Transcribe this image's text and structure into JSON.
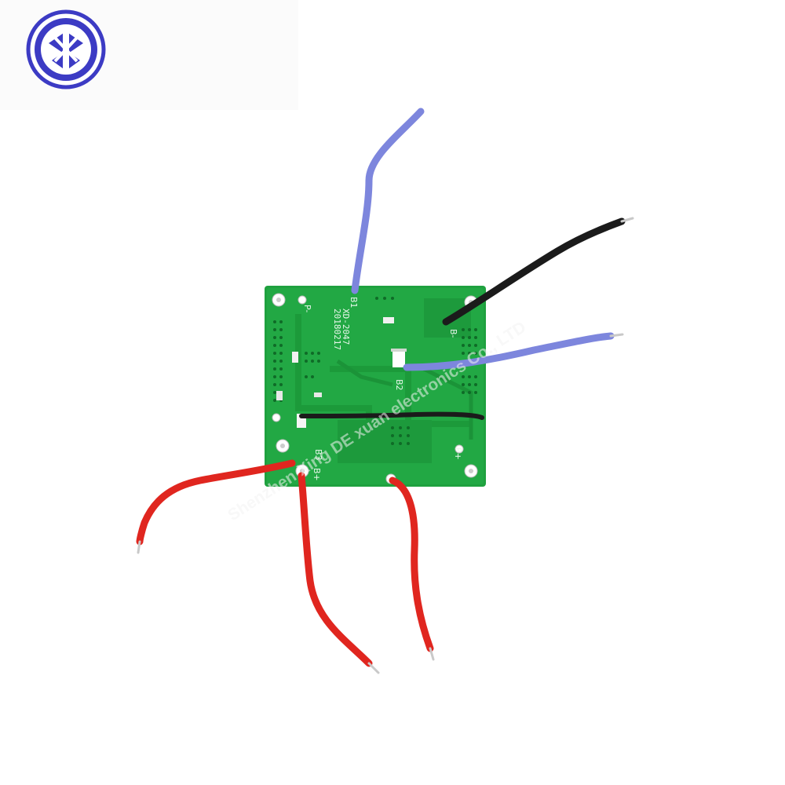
{
  "logo": {
    "icon": "company-logo-seal"
  },
  "board": {
    "silkscreen": {
      "model": "XD-2047",
      "date": "20180217"
    },
    "pad_labels": {
      "b_minus": "B-",
      "b_plus": "B+",
      "p_minus": "P-",
      "p_plus": "P+",
      "b1": "B1",
      "b2": "B2",
      "b3": "B3"
    }
  },
  "watermark": {
    "text": "Shenzhen Xing DE xuan electronics Co., LTD"
  },
  "colors": {
    "pcb": "#1fa13f",
    "wire_blue": "#7d86dd",
    "wire_black": "#1b1b1b",
    "wire_red": "#e0261f",
    "logo_blue": "#3c3bc4"
  }
}
